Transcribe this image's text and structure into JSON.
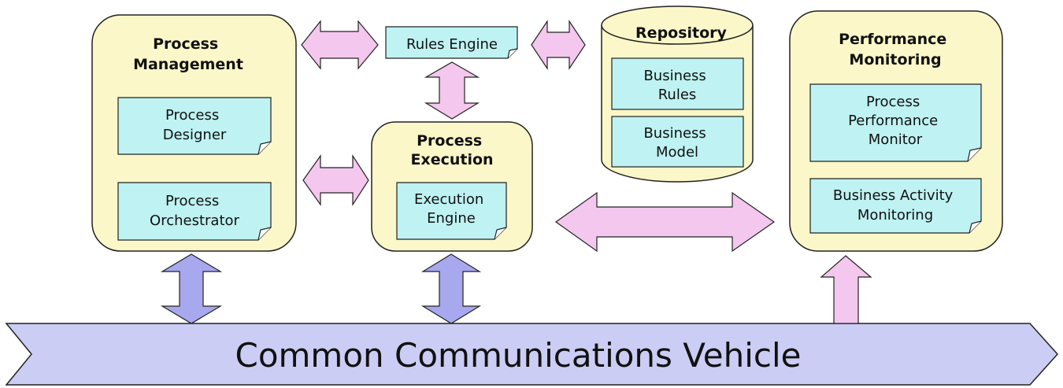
{
  "colors": {
    "group_fill": "#fbf7c8",
    "note_fill": "#bff2f2",
    "pink_arrow": "#f4c7ee",
    "blue_arrow": "#a7a8ee",
    "banner_fill": "#cbcdf4",
    "stroke": "#222222"
  },
  "process_management": {
    "title_line1": "Process",
    "title_line2": "Management",
    "designer_line1": "Process",
    "designer_line2": "Designer",
    "orchestrator_line1": "Process",
    "orchestrator_line2": "Orchestrator"
  },
  "rules_engine": {
    "label": "Rules Engine"
  },
  "process_execution": {
    "title_line1": "Process",
    "title_line2": "Execution",
    "engine_line1": "Execution",
    "engine_line2": "Engine"
  },
  "repository": {
    "title": "Repository",
    "rules_line1": "Business",
    "rules_line2": "Rules",
    "model_line1": "Business",
    "model_line2": "Model"
  },
  "performance_monitoring": {
    "title_line1": "Performance",
    "title_line2": "Monitoring",
    "ppm_line1": "Process",
    "ppm_line2": "Performance",
    "ppm_line3": "Monitor",
    "bam_line1": "Business Activity",
    "bam_line2": "Monitoring"
  },
  "banner": {
    "label": "Common Communications Vehicle"
  }
}
